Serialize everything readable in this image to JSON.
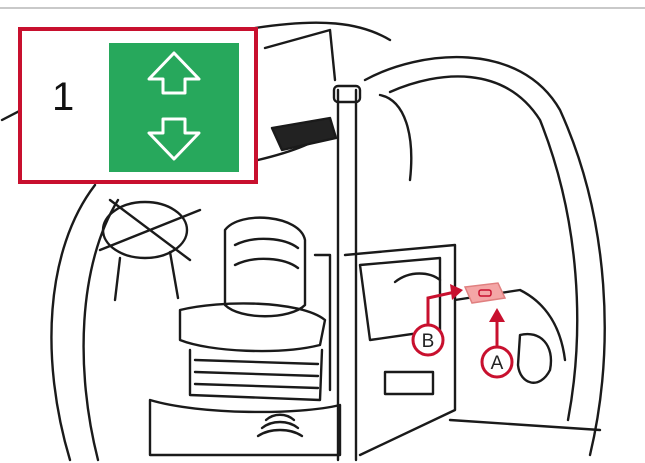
{
  "inset": {
    "number": "1",
    "panel_color": "#27a85c",
    "border_color": "#c8102e",
    "icons": [
      "arrow-up-outline-icon",
      "arrow-down-outline-icon"
    ]
  },
  "callouts": [
    {
      "label": "A"
    },
    {
      "label": "B"
    }
  ],
  "colors": {
    "accent": "#c8102e",
    "highlight": "#f4a6a6",
    "line": "#1a1a1a"
  }
}
